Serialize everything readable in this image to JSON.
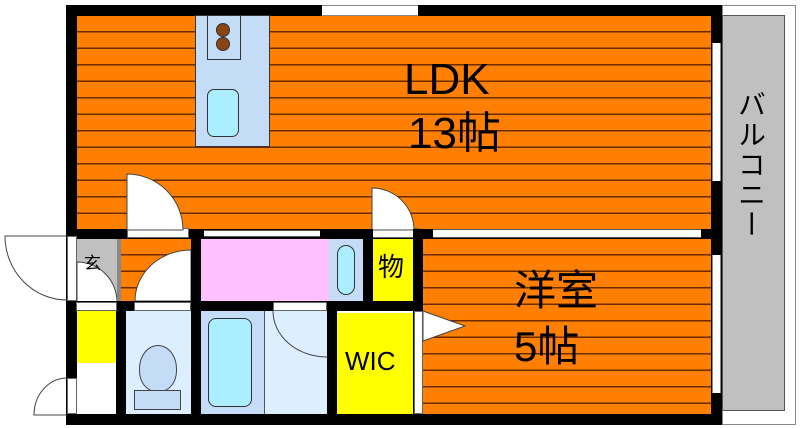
{
  "floorplan": {
    "rooms": {
      "ldk": {
        "name": "LDK",
        "size": "13帖"
      },
      "western_room": {
        "name": "洋室",
        "size": "5帖"
      },
      "balcony": {
        "name": "バルコニー"
      },
      "entrance": {
        "name": "玄"
      },
      "storage": {
        "name": "物"
      },
      "wic": {
        "name": "WIC"
      }
    },
    "colors": {
      "flooring": "#ff8000",
      "floor_lines": "#6b2a00",
      "wall": "#000000",
      "balcony": "#c0c0c0",
      "storage": "#ffff00",
      "washroom": "#ffc0ff",
      "bath_fixtures": "#c4dcf6",
      "kitchen_counter": "#c4dcf6",
      "stove_burner": "#8b4513"
    }
  }
}
